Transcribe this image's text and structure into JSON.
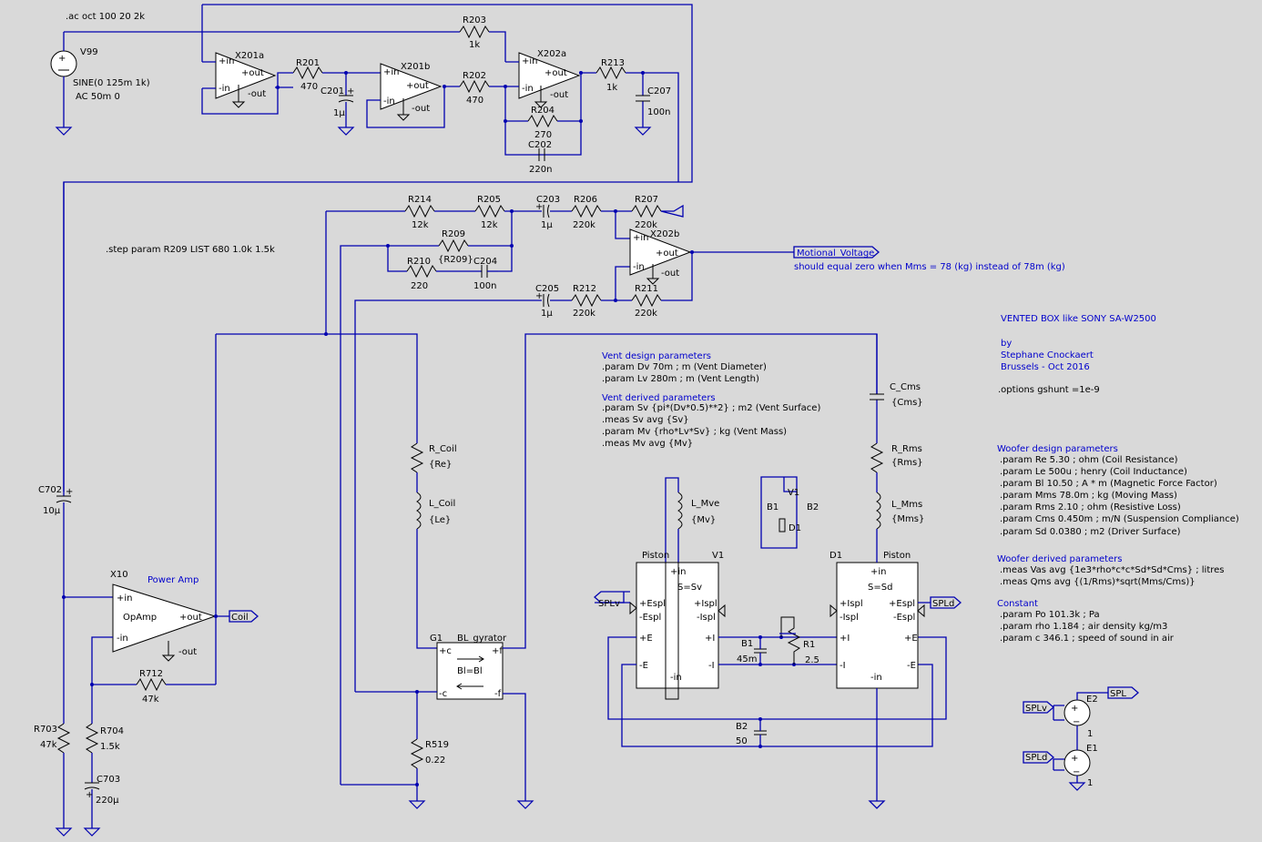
{
  "directives": {
    "ac": ".ac oct 100 20 2k",
    "step": ".step param R209 LIST 680 1.0k 1.5k",
    "options": ".options gshunt =1e-9"
  },
  "title_block": {
    "title": "VENTED BOX like SONY SA-W2500",
    "by": "by",
    "author": "Stephane Cnockaert",
    "place_date": "Brussels - Oct 2016"
  },
  "vent": {
    "header": "Vent design parameters",
    "lines": [
      ".param Dv 70m ; m (Vent Diameter)",
      ".param Lv 280m ; m (Vent Length)"
    ],
    "derived_header": "Vent derived parameters",
    "derived_lines": [
      ".param Sv {pi*(Dv*0.5)**2} ; m2 (Vent Surface)",
      ".meas Sv avg {Sv}",
      ".param Mv {rho*Lv*Sv} ; kg (Vent Mass)",
      ".meas Mv avg {Mv}"
    ]
  },
  "woofer": {
    "header": "Woofer design parameters",
    "lines": [
      ".param Re 5.30 ; ohm (Coil Resistance)",
      ".param Le 500u ; henry (Coil Inductance)",
      ".param Bl 10.50 ; A * m (Magnetic Force Factor)",
      ".param Mms 78.0m ; kg (Moving Mass)",
      ".param Rms 2.10 ; ohm (Resistive Loss)",
      ".param Cms 0.450m ; m/N (Suspension Compliance)",
      ".param Sd 0.0380 ; m2 (Driver Surface)"
    ],
    "derived_header": "Woofer derived parameters",
    "derived_lines": [
      ".meas Vas avg {1e3*rho*c*c*Sd*Sd*Cms} ; litres",
      ".meas Qms avg {(1/Rms)*sqrt(Mms/Cms)}"
    ]
  },
  "constant": {
    "header": "Constant",
    "lines": [
      ".param Po 101.3k ; Pa",
      ".param rho 1.184 ; air density kg/m3",
      ".param c 346.1 ; speed of sound in air"
    ]
  },
  "motional": {
    "net": "Motional_Voltage",
    "note": "should equal zero when Mms = 78 (kg) instead of 78m (kg)"
  },
  "labels": {
    "V99": "V99",
    "V99_sine": "SINE(0 125m 1k)",
    "V99_ac": "AC 50m 0",
    "X201a": "X201a",
    "X201b": "X201b",
    "X202a": "X202a",
    "X202b": "X202b",
    "R201": "R201",
    "R201v": "470",
    "R202": "R202",
    "R202v": "470",
    "R203": "R203",
    "R203v": "1k",
    "R204": "R204",
    "R204v": "270",
    "R213": "R213",
    "R213v": "1k",
    "C201": "C201",
    "C201v": "1µ",
    "C202": "C202",
    "C202v": "220n",
    "C207": "C207",
    "C207v": "100n",
    "R214": "R214",
    "R214v": "12k",
    "R205": "R205",
    "R205v": "12k",
    "C203": "C203",
    "C203v": "1µ",
    "R206": "R206",
    "R206v": "220k",
    "R207": "R207",
    "R207v": "220k",
    "R209": "R209",
    "R209v": "{R209}",
    "R210": "R210",
    "R210v": "220",
    "C204": "C204",
    "C204v": "100n",
    "C205": "C205",
    "C205v": "1µ",
    "R212": "R212",
    "R212v": "220k",
    "R211": "R211",
    "R211v": "220k",
    "pin_in_p": "+in",
    "pin_in_n": "-in",
    "pin_out_p": "+out",
    "pin_out_n": "-out",
    "C702": "C702",
    "C702v": "10µ",
    "X10": "X10",
    "power_amp": "Power Amp",
    "opamp": "OpAmp",
    "coil_net": "Coil",
    "R712": "R712",
    "R712v": "47k",
    "R703": "R703",
    "R703v": "47k",
    "R704": "R704",
    "R704v": "1.5k",
    "C703": "C703",
    "C703v": "220µ",
    "R_Coil": "R_Coil",
    "R_Coilv": "{Re}",
    "L_Coil": "L_Coil",
    "L_Coilv": "{Le}",
    "G1": "G1",
    "BL_gyrator": "BL_gyrator",
    "g_c_p": "+c",
    "g_f_p": "+f",
    "g_c_n": "-c",
    "g_f_n": "-f",
    "blbl": "Bl=Bl",
    "R519": "R519",
    "R519v": "0.22",
    "L_Mve": "L_Mve",
    "L_Mvev": "{Mv}",
    "V1": "V1",
    "B1": "B1",
    "B2": "B2",
    "D1": "D1",
    "piston": "Piston",
    "S_Sv": "S=Sv",
    "S_Sd": "S=Sd",
    "p_in": "+in",
    "n_in": "-in",
    "Espl_p": "+Espl",
    "Espl_n": "-Espl",
    "Ispl_p": "+Ispl",
    "Ispl_n": "-Ispl",
    "I_p": "+I",
    "I_n": "-I",
    "E_p": "+E",
    "E_n": "-E",
    "SPLv": "SPLv",
    "SPLd": "SPLd",
    "SPL": "SPL",
    "B1v": "45m",
    "R1": "R1",
    "R1v": "2.5",
    "B2v": "50",
    "C_Cms": "C_Cms",
    "C_Cmsv": "{Cms}",
    "R_Rms": "R_Rms",
    "R_Rmsv": "{Rms}",
    "L_Mms": "L_Mms",
    "L_Mmsv": "{Mms}",
    "E1": "E1",
    "E2": "E2",
    "E1v": "1",
    "E2v": "1"
  },
  "colors": {
    "wire": "#0000b0",
    "background": "#d9d9d9",
    "comment": "#0000cc"
  }
}
